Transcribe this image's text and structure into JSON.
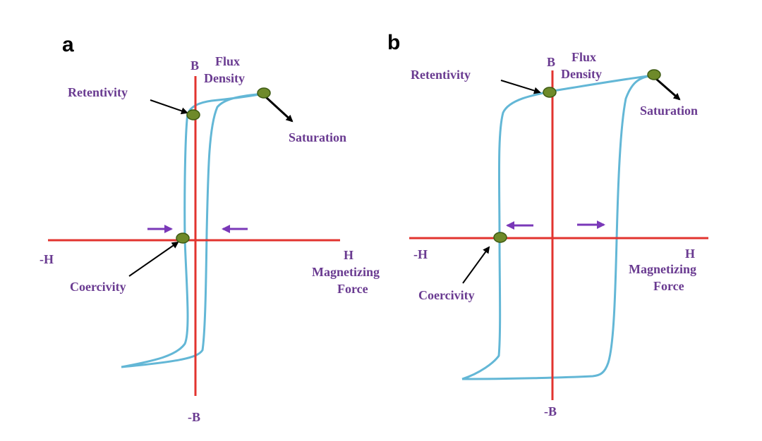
{
  "colors": {
    "axis": "#e2342f",
    "curve": "#63b7d6",
    "text": "#6a3b91",
    "arrow_purple": "#7a38b8",
    "pointer": "#000000",
    "dot_fill": "#6e8a2a",
    "dot_stroke": "#3d5a12"
  },
  "panels": [
    {
      "letter": "a",
      "labels": {
        "b_axis": "B",
        "flux1": "Flux",
        "flux2": "Density",
        "retentivity": "Retentivity",
        "saturation": "Saturation",
        "neg_h": "-H",
        "h": "H",
        "mag1": "Magnetizing",
        "mag2": "Force",
        "coercivity": "Coercivity",
        "neg_b": "-B"
      }
    },
    {
      "letter": "b",
      "labels": {
        "b_axis": "B",
        "flux1": "Flux",
        "flux2": "Density",
        "retentivity": "Retentivity",
        "saturation": "Saturation",
        "neg_h": "-H",
        "h": "H",
        "mag1": "Magnetizing",
        "mag2": "Force",
        "coercivity": "Coercivity",
        "neg_b": "-B"
      }
    }
  ]
}
